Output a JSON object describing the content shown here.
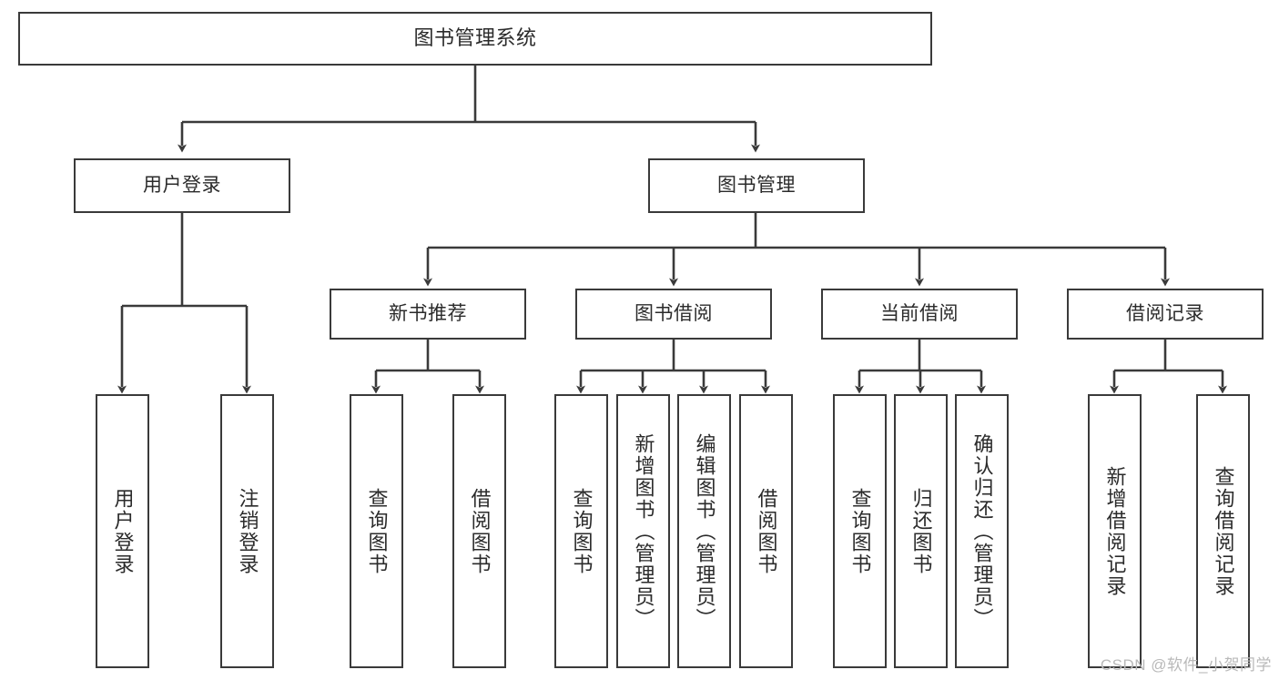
{
  "diagram": {
    "title": "图书管理系统",
    "type": "tree-hierarchy",
    "stroke_color": "#3a3a3a",
    "text_color": "#2b2b2b",
    "background_color": "#ffffff",
    "watermark": "CSDN @软件_小贺同学",
    "watermark_color": "#b9b9b9"
  },
  "nodes": {
    "root": {
      "label": "图书管理系统"
    },
    "level1": [
      {
        "label": "用户登录"
      },
      {
        "label": "图书管理"
      }
    ],
    "level2": [
      {
        "label": "新书推荐"
      },
      {
        "label": "图书借阅"
      },
      {
        "label": "当前借阅"
      },
      {
        "label": "借阅记录"
      }
    ],
    "leaves": {
      "user_login": [
        {
          "label": "用户登录"
        },
        {
          "label": "注销登录"
        }
      ],
      "new_book_recommend": [
        {
          "label": "查询图书"
        },
        {
          "label": "借阅图书"
        }
      ],
      "book_borrow": [
        {
          "label": "查询图书"
        },
        {
          "label": "新增图书（管理员）"
        },
        {
          "label": "编辑图书（管理员）"
        },
        {
          "label": "借阅图书"
        }
      ],
      "current_borrow": [
        {
          "label": "查询图书"
        },
        {
          "label": "归还图书"
        },
        {
          "label": "确认归还（管理员）"
        }
      ],
      "borrow_record": [
        {
          "label": "新增借阅记录"
        },
        {
          "label": "查询借阅记录"
        }
      ]
    }
  }
}
